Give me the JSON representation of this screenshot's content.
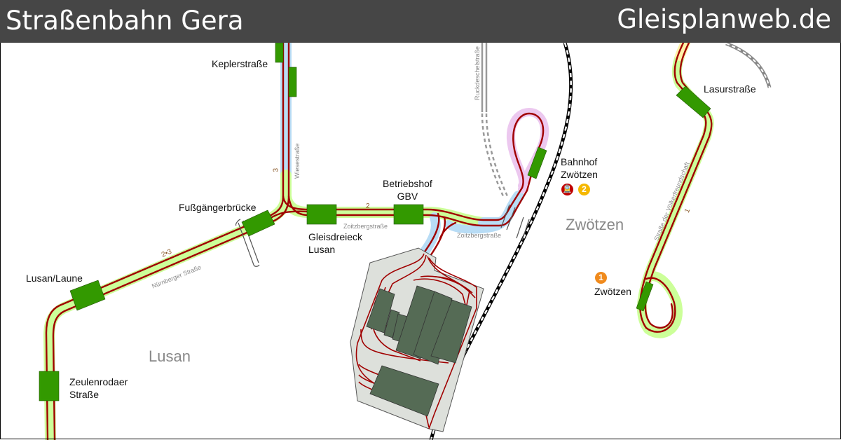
{
  "header": {
    "title": "Straßenbahn Gera",
    "site": "Gleisplanweb.de",
    "background": "#464646"
  },
  "colors": {
    "track": "#a00000",
    "route_highlight_green": "#ccff99",
    "route_highlight_blue": "#b8dcf5",
    "route_highlight_pink": "#ecc8ef",
    "platform": "#339900",
    "depot_area": "#dde0db",
    "depot_building": "#556b55",
    "railway": "#000000",
    "badge_tram_red": "#c00000",
    "badge_line2": "#f5b800",
    "badge_line1": "#f08a1c"
  },
  "stops": [
    {
      "name": "Keplerstraße"
    },
    {
      "name": "Fußgängerbrücke"
    },
    {
      "name": "Gleisdreieck",
      "name2": "Lusan"
    },
    {
      "name": "Betriebshof",
      "name2": "GBV"
    },
    {
      "name": "Lusan/Laune"
    },
    {
      "name": "Zeulenrodaer",
      "name2": "Straße"
    },
    {
      "name": "Bahnhof",
      "name2": "Zwötzen",
      "badges": [
        "tram",
        "2"
      ]
    },
    {
      "name": "Lasurstraße"
    },
    {
      "name": "Zwötzen",
      "badges": [
        "1"
      ]
    }
  ],
  "districts": [
    "Lusan",
    "Zwötzen"
  ],
  "streets": [
    "Wiesestraße",
    "Zoitzbergstraße",
    "Zoitzbergstraße",
    "Nürnberger Straße",
    "Ruckdeschelstraße",
    "Straße der Völkerfreundschaft"
  ],
  "line_numbers": [
    "3",
    "2",
    "2•3",
    "1"
  ],
  "badges": {
    "tram": "tram-icon",
    "line2": "2",
    "line1": "1"
  }
}
